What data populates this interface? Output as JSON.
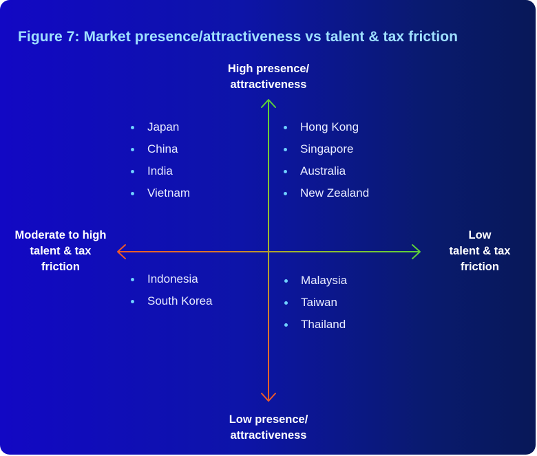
{
  "title": "Figure 7: Market presence/attractiveness vs talent & tax friction",
  "axes": {
    "top": [
      "High presence/",
      "attractiveness"
    ],
    "bottom": [
      "Low presence/",
      "attractiveness"
    ],
    "left": [
      "Moderate to high",
      "talent & tax",
      "friction"
    ],
    "right": [
      "Low",
      "talent & tax",
      "friction"
    ]
  },
  "quadrants": {
    "top_left": [
      "Japan",
      "China",
      "India",
      "Vietnam"
    ],
    "top_right": [
      "Hong Kong",
      "Singapore",
      "Australia",
      "New Zealand"
    ],
    "bottom_left": [
      "Indonesia",
      "South Korea"
    ],
    "bottom_right": [
      "Malaysia",
      "Taiwan",
      "Thailand"
    ]
  },
  "colors": {
    "title": "#9fe0ff",
    "positive_arrow": "#5cd13a",
    "negative_arrow": "#ee5a2a",
    "bullet": "#6fd0ff"
  }
}
